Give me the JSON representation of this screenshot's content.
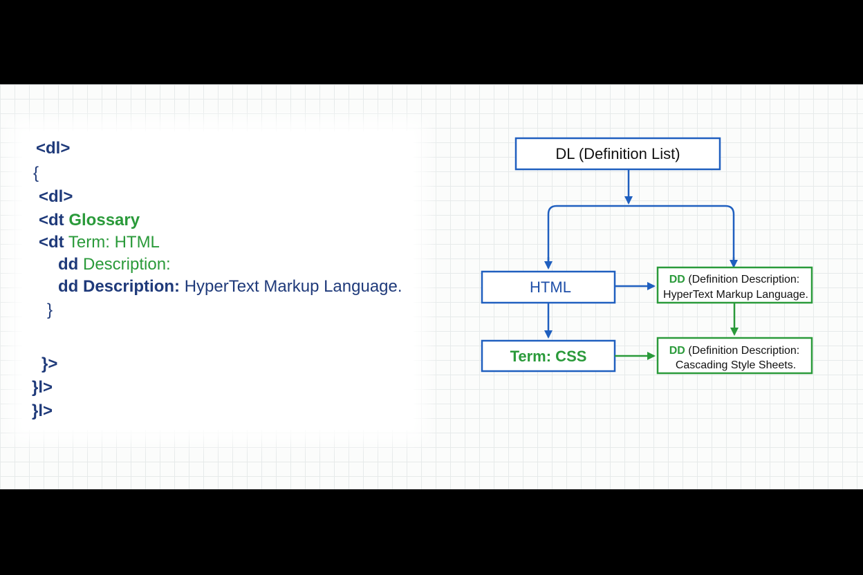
{
  "code": {
    "line1": "<dl>",
    "line2": "{",
    "line3": "<dl>",
    "line4_tag": "<dt",
    "line4_text": "Glossary",
    "line5_tag": "<dt",
    "line5_text": "Term: HTML",
    "line6_kw": "dd",
    "line6_text": "Description:",
    "line7_kw": "dd Description:",
    "line7_text": "HyperText Markup Language.",
    "line8": "}",
    "line9": "}>",
    "line10": "}l>",
    "line11": "}l>"
  },
  "diagram": {
    "root_label": "DL (Definition List)",
    "html_label": "HTML",
    "css_label": "Term: CSS",
    "dd1_prefix": "DD",
    "dd1_line1": " (Definition Description:",
    "dd1_line2": "HyperText Markup Language.",
    "dd2_prefix": "DD",
    "dd2_line1": " (Definition Description:",
    "dd2_line2": "Cascading Style Sheets.",
    "colors": {
      "blue": "#1f5fbf",
      "green": "#2a9a3a",
      "text": "#111111"
    }
  }
}
